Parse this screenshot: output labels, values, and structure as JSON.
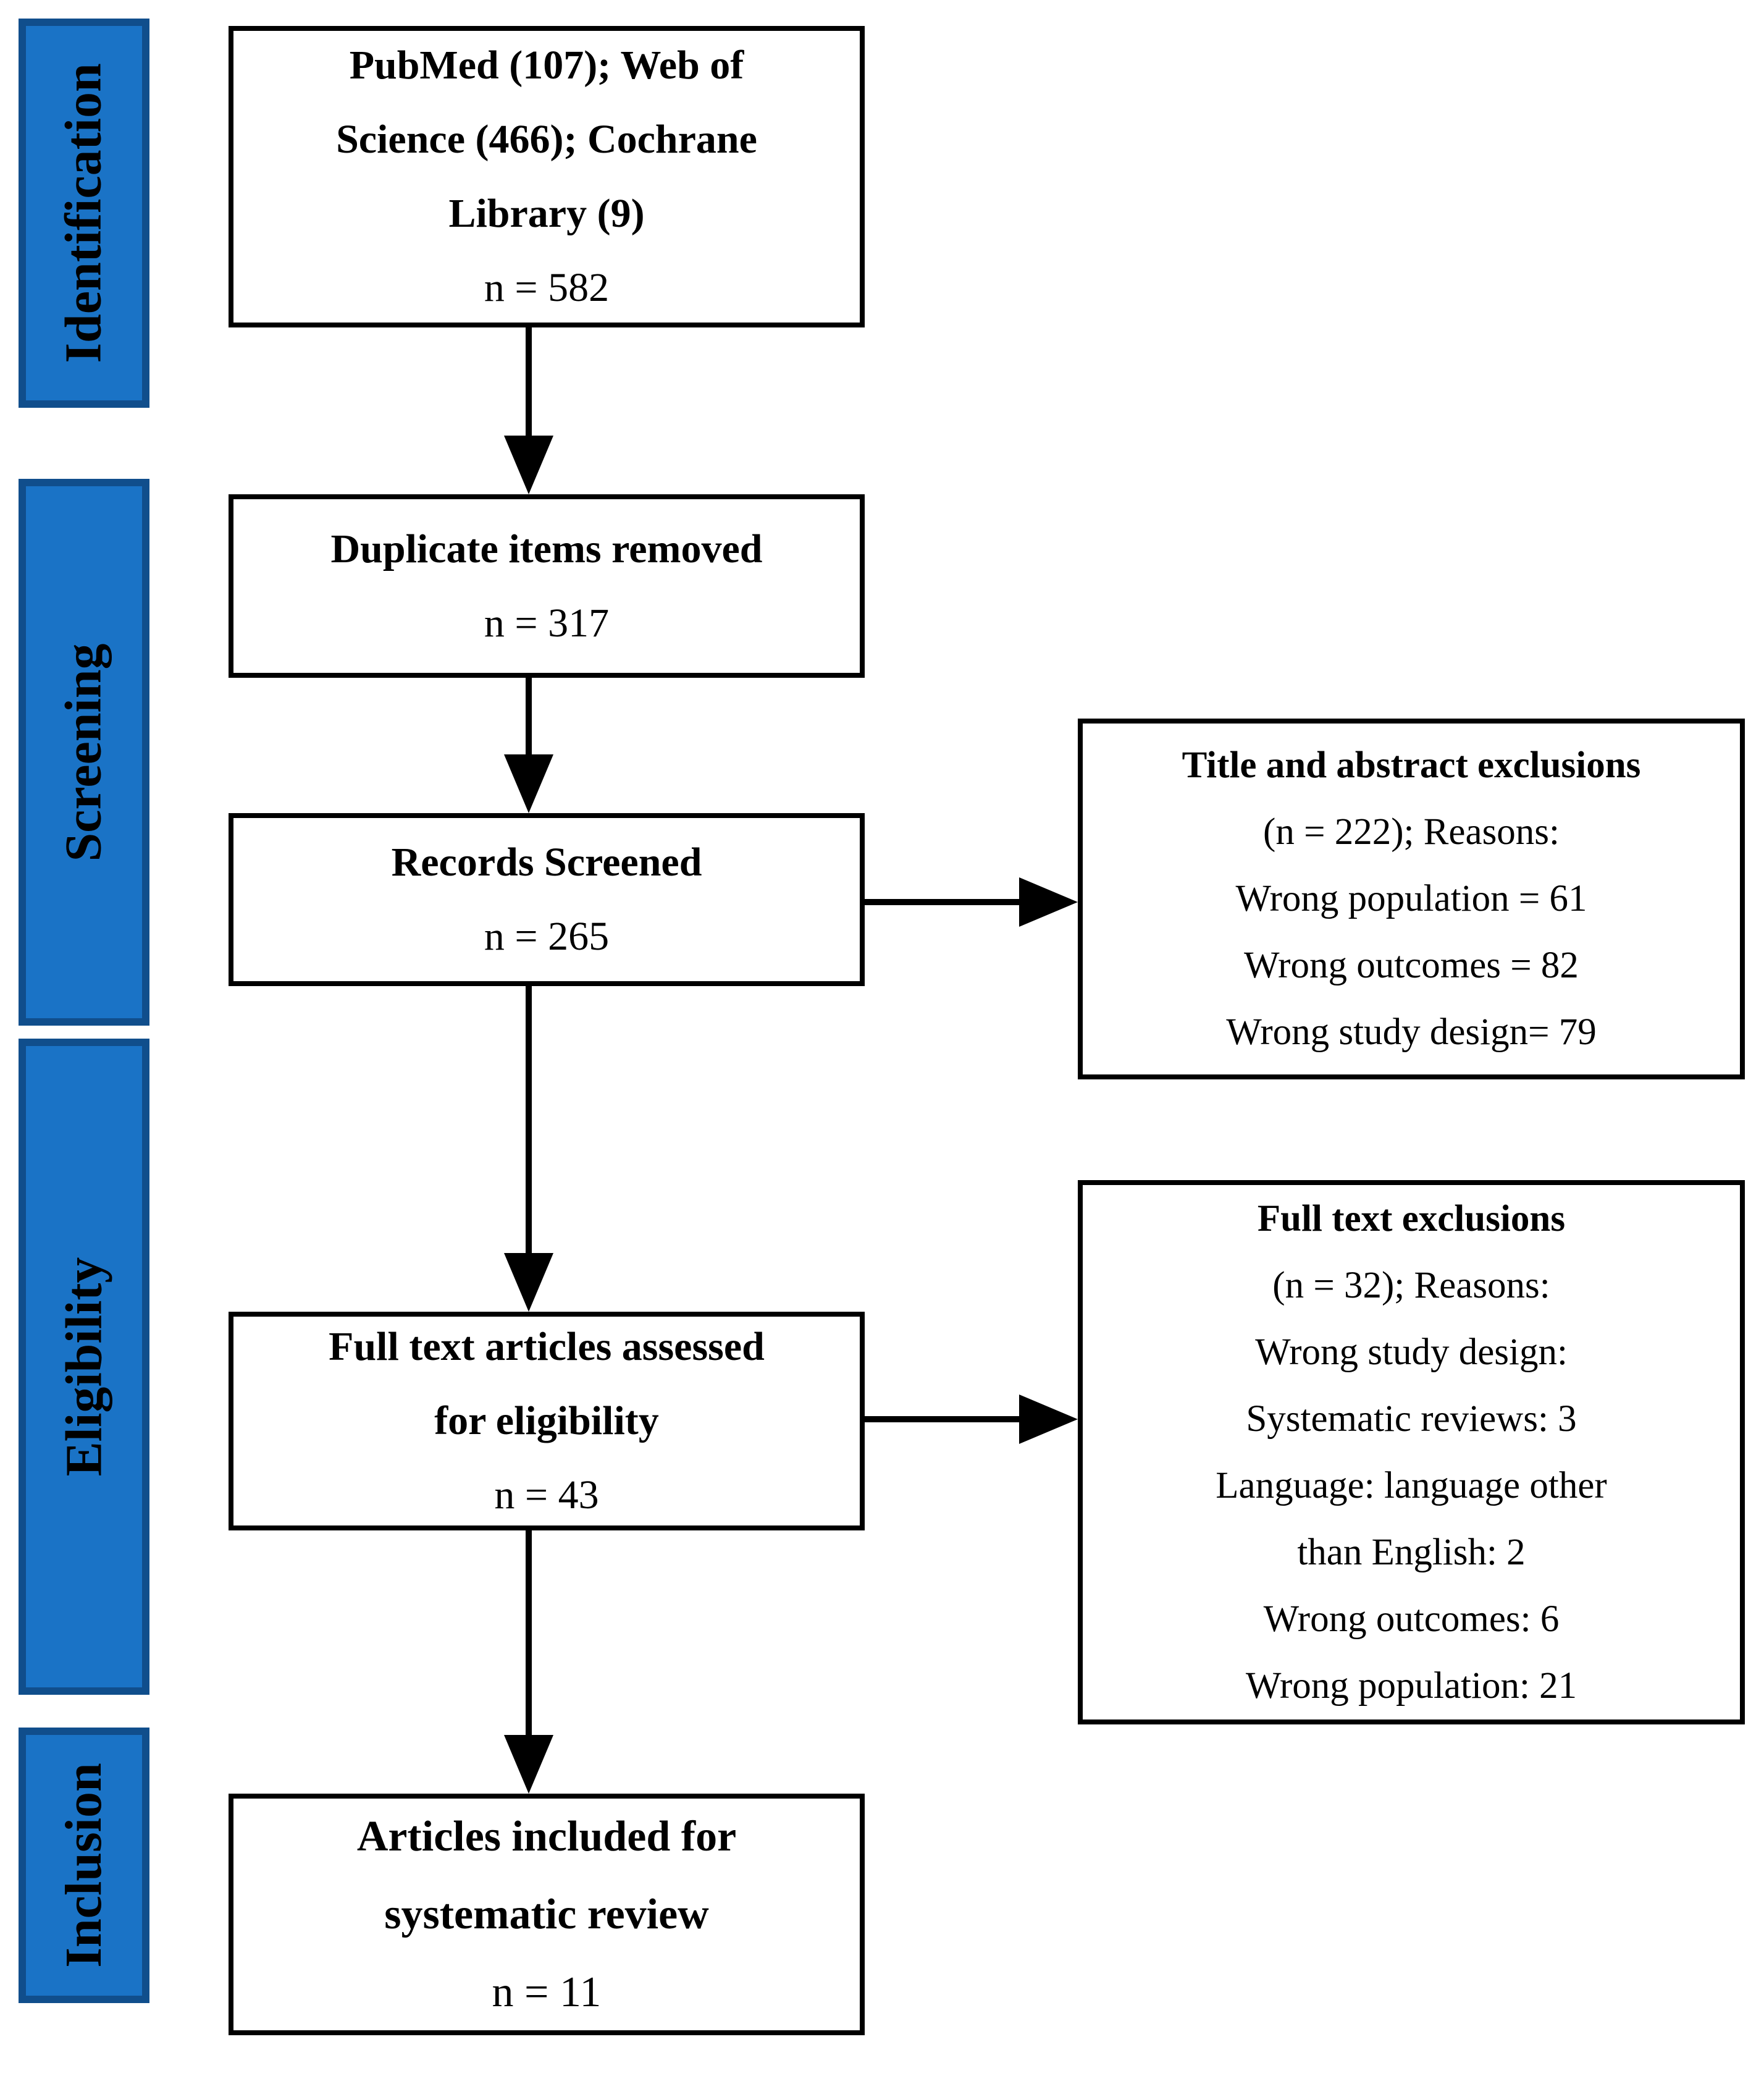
{
  "stages": {
    "identification": "Identification",
    "screening": "Screening",
    "eligibility": "Eligibility",
    "inclusion": "Inclusion"
  },
  "boxes": {
    "sources": {
      "line1": "PubMed (107); Web of",
      "line2": "Science (466); Cochrane",
      "line3": "Library (9)",
      "n": "n = 582"
    },
    "duplicates": {
      "line1": "Duplicate items removed",
      "n": "n = 317"
    },
    "screened": {
      "line1": "Records Screened",
      "n": "n = 265"
    },
    "fulltext_assessed": {
      "line1": "Full text articles assessed",
      "line2": "for eligibility",
      "n": "n = 43"
    },
    "included": {
      "line1": "Articles included for",
      "line2": "systematic review",
      "n": "n = 11"
    }
  },
  "exclusions": {
    "title_abstract": {
      "title": "Title and abstract exclusions",
      "line1": "(n = 222); Reasons:",
      "line2": "Wrong population = 61",
      "line3": "Wrong outcomes = 82",
      "line4": "Wrong study design= 79"
    },
    "full_text": {
      "title": "Full text exclusions",
      "line1": "(n = 32); Reasons:",
      "line2": "Wrong study design:",
      "line3": "Systematic reviews: 3",
      "line4": "Language: language other",
      "line5": "than English: 2",
      "line6": "Wrong outcomes: 6",
      "line7": "Wrong population: 21"
    }
  },
  "colors": {
    "stage_fill": "#1A73C6",
    "stage_border": "#104E8C",
    "line_color": "#000000",
    "box_bg": "#FFFFFF"
  }
}
